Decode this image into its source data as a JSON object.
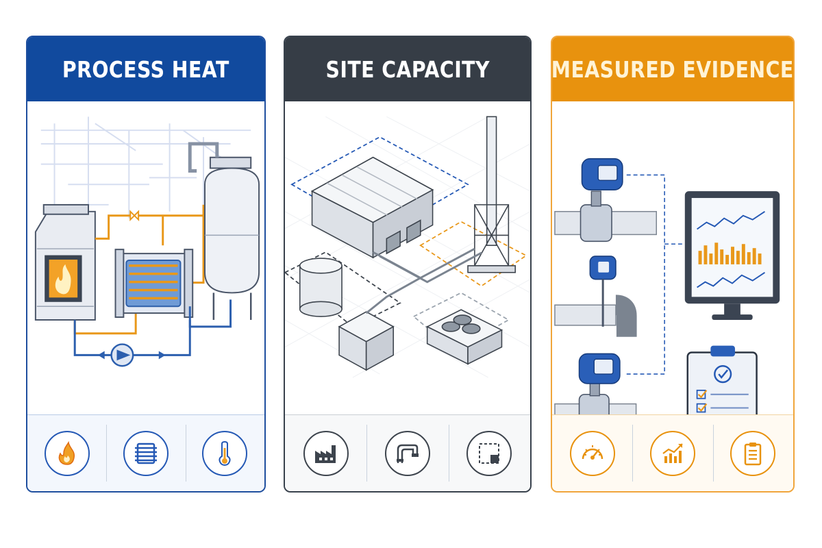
{
  "panels": [
    {
      "title": "PROCESS HEAT",
      "accent": "#114a9e",
      "illustration": "industrial boiler, heat exchanger, storage tank and pump loop",
      "icons": [
        "flame-icon",
        "heat-exchanger-coil-icon",
        "thermometer-icon"
      ]
    },
    {
      "title": "SITE CAPACITY",
      "accent": "#363d46",
      "illustration": "isometric site plan with factory building, silo tank, equipment shed, rooftop cooling unit and stack tower",
      "icons": [
        "factory-icon",
        "pipe-junction-icon",
        "footprint-square-icon"
      ]
    },
    {
      "title": "MEASURED EVIDENCE",
      "accent": "#e8920e",
      "illustration": "flow meters on pipes linked to a monitoring display and checklist clipboard",
      "icons": [
        "gauge-icon",
        "bar-chart-trend-icon",
        "clipboard-icon"
      ]
    }
  ]
}
